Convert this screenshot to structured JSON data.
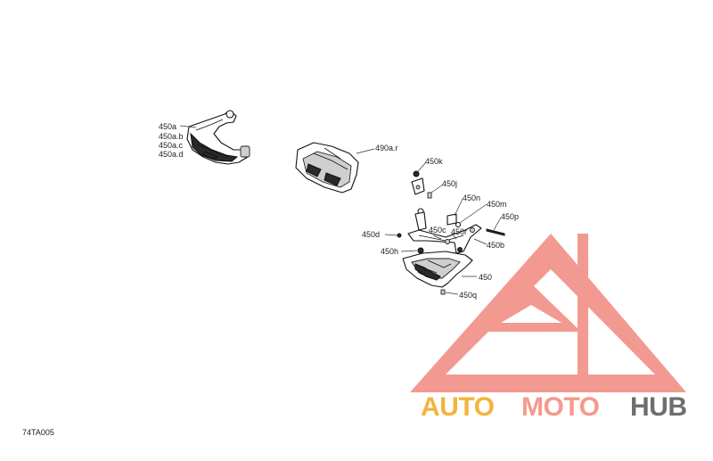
{
  "labels": {
    "kit_a": "450a",
    "kit_ab": "450a.b",
    "kit_ac": "450a.c",
    "kit_ad": "450a.d",
    "guard_r": "490a.r",
    "k": "450k",
    "j": "450j",
    "n": "450n",
    "m": "450m",
    "p": "450p",
    "d": "450d",
    "c": "450c",
    "r": "450r",
    "b": "450b",
    "h": "450h",
    "main": "450",
    "q": "450q"
  },
  "reference_code": "74TA005",
  "watermark": {
    "part1": "AUTO",
    "part2": "MOTO",
    "part3": "HUB",
    "color_yellow": "#f4b43c",
    "color_salmon": "#f39a8e",
    "color_gray": "#6e6e6e",
    "triangle_color": "#f0857a"
  }
}
